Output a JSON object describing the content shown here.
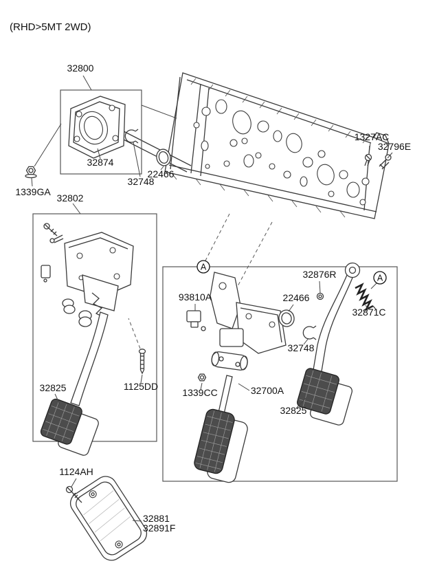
{
  "title": "(RHD>5MT 2WD)",
  "view_label": "A",
  "callouts": {
    "c32800": "32800",
    "c32874": "32874",
    "c1339GA": "1339GA",
    "c32748_top": "32748",
    "c22466_top": "22466",
    "c1327AC": "1327AC",
    "c32796E": "32796E",
    "c32802": "32802",
    "c93810A": "93810A",
    "c32876R": "32876R",
    "c22466_mid": "22466",
    "c32871C": "32871C",
    "c32748_mid": "32748",
    "c1125DD": "1125DD",
    "c1339CC": "1339CC",
    "c32700A": "32700A",
    "c32825_left": "32825",
    "c32825_right": "32825",
    "c1124AH": "1124AH",
    "c32881": "32881",
    "c32891F": "32891F"
  }
}
